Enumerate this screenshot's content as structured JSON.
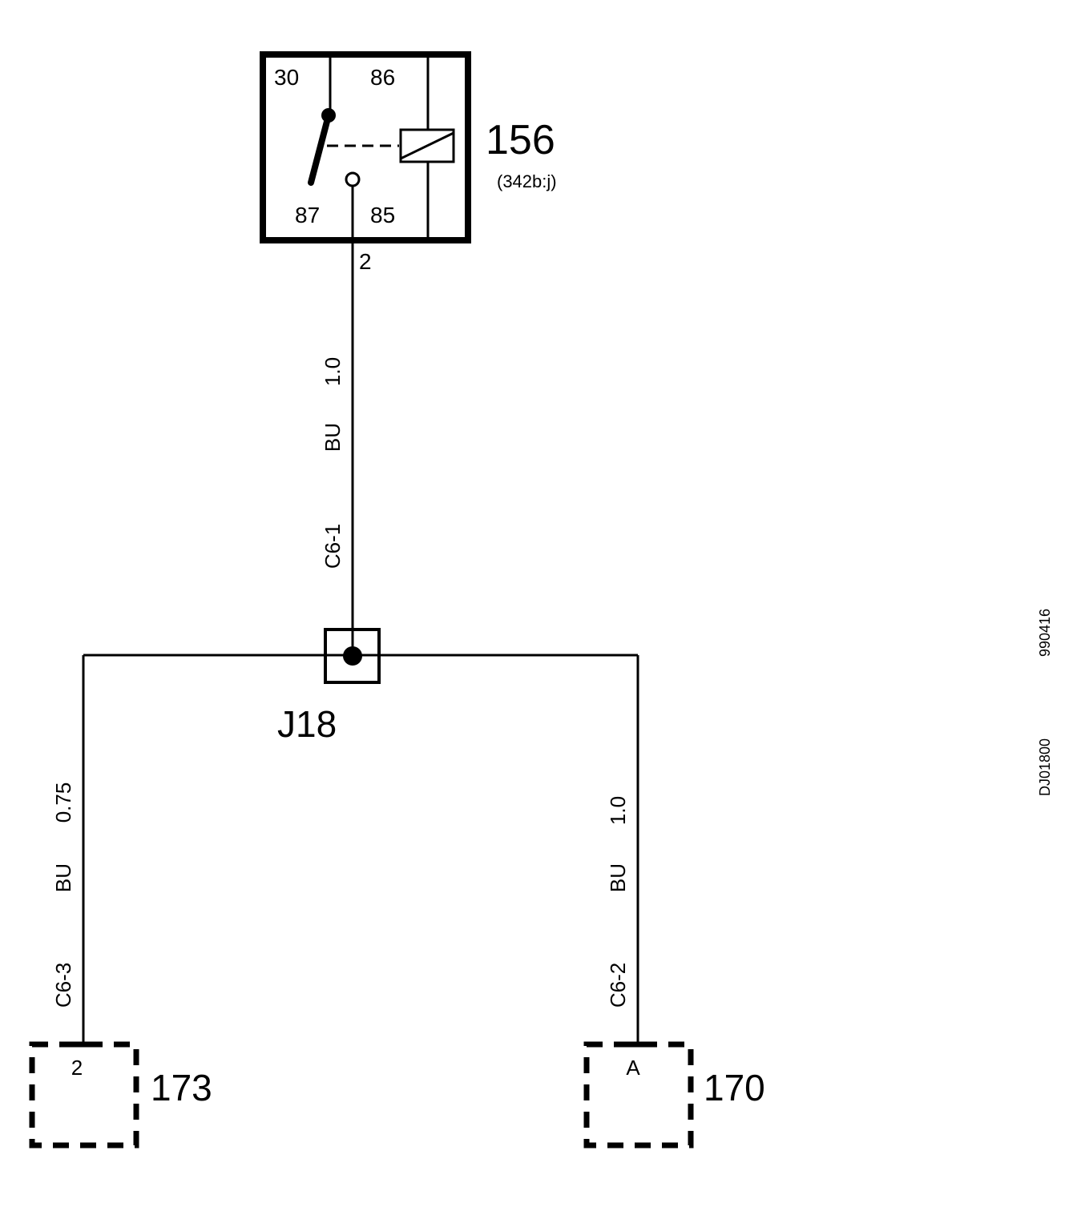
{
  "relay": {
    "id": "156",
    "ref": "(342b:j)",
    "pins": {
      "p30": "30",
      "p86": "86",
      "p87": "87",
      "p85": "85"
    },
    "output_pin": "2"
  },
  "wire_top": {
    "size": "1.0",
    "color": "BU",
    "code": "C6-1"
  },
  "junction": {
    "id": "J18"
  },
  "wire_left": {
    "size": "0.75",
    "color": "BU",
    "code": "C6-3"
  },
  "wire_right": {
    "size": "1.0",
    "color": "BU",
    "code": "C6-2"
  },
  "component_left": {
    "id": "173",
    "pin": "2"
  },
  "component_right": {
    "id": "170",
    "pin": "A"
  },
  "side_labels": {
    "date_code": "990416",
    "drawing_code": "DJ01800"
  }
}
